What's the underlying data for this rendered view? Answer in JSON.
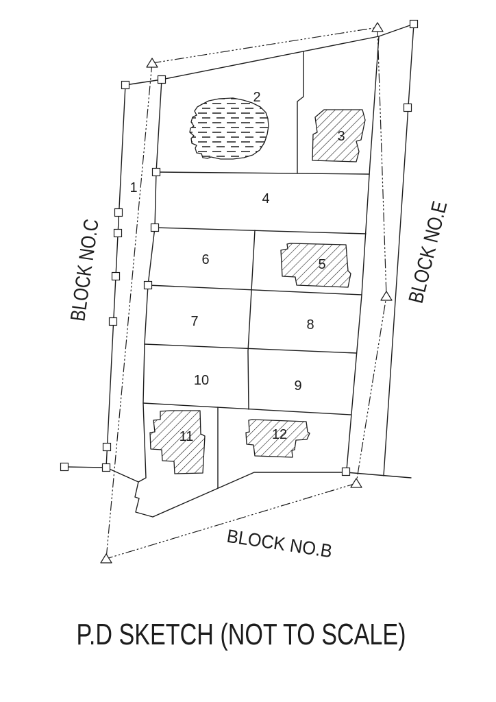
{
  "title": "P.D SKETCH (NOT TO SCALE)",
  "block_labels": {
    "left": "BLOCK NO.C",
    "right": "BLOCK NO.E",
    "bottom": "BLOCK NO.B"
  },
  "plot_labels": {
    "p1": "1",
    "p2": "2",
    "p3": "3",
    "p4": "4",
    "p5": "5",
    "p6": "6",
    "p7": "7",
    "p8": "8",
    "p9": "9",
    "p10": "10",
    "p11": "11",
    "p12": "12"
  },
  "colors": {
    "ink": "#1c1c1c",
    "paper": "#ffffff"
  }
}
